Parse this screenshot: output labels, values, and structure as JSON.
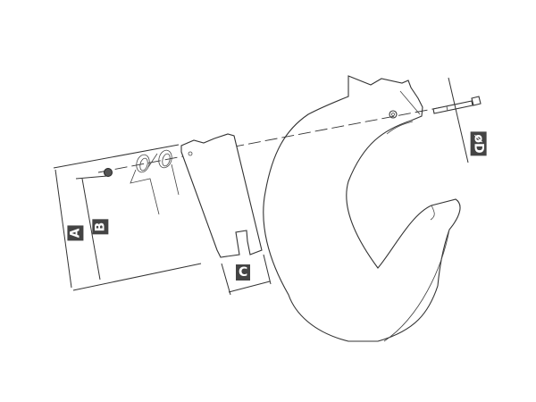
{
  "diagram": {
    "dimension_labels": {
      "a": "A",
      "b": "B",
      "c": "C",
      "d": "øD"
    },
    "line_color": "#333333",
    "label_background": "#444444"
  }
}
